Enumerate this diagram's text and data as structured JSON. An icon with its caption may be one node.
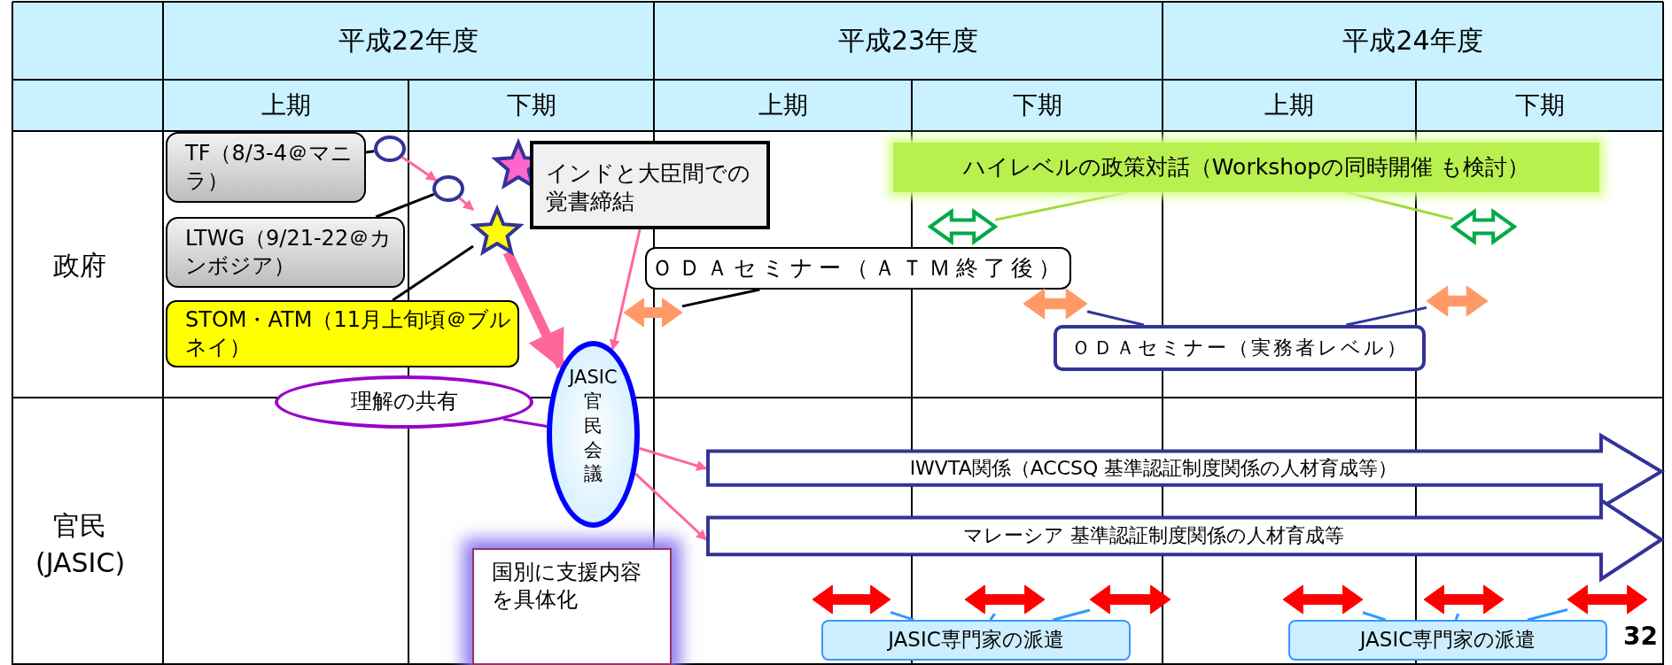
{
  "diagram": {
    "nodes": [
      {
        "text": [
          "TF（8/3-4＠マニラ）"
        ]
      },
      {
        "text": [],
        "shape": "circle"
      },
      {
        "text": [],
        "shape": "circle"
      },
      {
        "text": [
          "LTWG（9/21-22＠カンボジア）"
        ]
      },
      {
        "text": [],
        "shape": "star"
      },
      {
        "text": [],
        "shape": "star"
      },
      {
        "text": [
          "インドと大臣間での覚書締結"
        ]
      },
      {
        "text": [
          "STOM・ATM（11月上旬頃＠ブルネイ）"
        ]
      },
      {
        "text": [
          "理解の共有"
        ]
      },
      {
        "text": [
          "JASIC官民会議"
        ]
      },
      {
        "text": [
          "国別に支援内容を具体化"
        ]
      },
      {
        "text": [
          "ＯＤＡセミナー（ＡＴＭ終了後）"
        ]
      },
      {
        "text": [],
        "shape": "arrow"
      },
      {
        "text": [
          "ハイレベルの政策対話（Workshopの同時開催 も検討）"
        ]
      },
      {
        "text": [],
        "shape": "arrow"
      },
      {
        "text": [],
        "shape": "arrow"
      },
      {
        "text": [],
        "shape": "arrow"
      },
      {
        "text": [],
        "shape": "arrow"
      },
      {
        "text": [
          "ＯＤＡセミナー（実務者レベル）"
        ]
      },
      {
        "text": [
          "IWVTA関係（ACCSQ 基準認証制度関係の人材育成等）"
        ]
      },
      {
        "text": [
          "マレーシア 基準認証制度関係の人材育成等"
        ]
      },
      {
        "text": [],
        "shape": "arrow"
      },
      {
        "text": [],
        "shape": "arrow"
      },
      {
        "text": [],
        "shape": "arrow"
      },
      {
        "text": [],
        "shape": "arrow"
      },
      {
        "text": [],
        "shape": "arrow"
      },
      {
        "text": [],
        "shape": "arrow"
      },
      {
        "text": [
          "JASIC専門家の派遣"
        ]
      },
      {
        "text": [
          "JASIC専門家の派遣"
        ]
      }
    ],
    "edges": [
      {
        "from": 0,
        "to": 1,
        "arrow": "none",
        "color": "#000000"
      },
      {
        "from": 1,
        "to": 2,
        "arrow": "to",
        "color": "#ff6699"
      },
      {
        "from": 3,
        "to": 2,
        "arrow": "none",
        "color": "#000000"
      },
      {
        "from": 2,
        "to": 5,
        "arrow": "to",
        "color": "#ff6699"
      },
      {
        "from": 7,
        "to": 5,
        "arrow": "none",
        "color": "#000000"
      },
      {
        "from": 5,
        "to": 9,
        "arrow": "to",
        "style": "thick",
        "color": "#ff6699"
      },
      {
        "from": 6,
        "to": 9,
        "arrow": "to",
        "color": "#ff6699"
      },
      {
        "from": 8,
        "to": 9,
        "arrow": "none",
        "color": "#9900cc"
      },
      {
        "from": 11,
        "to": 12,
        "arrow": "none",
        "color": "#000000"
      },
      {
        "from": 13,
        "to": 14,
        "arrow": "none",
        "color": "#99dd33"
      },
      {
        "from": 13,
        "to": 15,
        "arrow": "none",
        "color": "#99dd33"
      },
      {
        "from": 18,
        "to": 16,
        "arrow": "none",
        "color": "#333399"
      },
      {
        "from": 18,
        "to": 17,
        "arrow": "none",
        "color": "#333399"
      },
      {
        "from": 9,
        "to": 19,
        "arrow": "to",
        "color": "#ff6699"
      },
      {
        "from": 9,
        "to": 20,
        "arrow": "to",
        "color": "#ff6699"
      },
      {
        "from": 27,
        "to": 21,
        "arrow": "none",
        "color": "#3399ff"
      },
      {
        "from": 27,
        "to": 22,
        "arrow": "none",
        "color": "#3399ff"
      },
      {
        "from": 27,
        "to": 23,
        "arrow": "none",
        "color": "#3399ff"
      },
      {
        "from": 28,
        "to": 24,
        "arrow": "none",
        "color": "#3399ff"
      },
      {
        "from": 28,
        "to": 25,
        "arrow": "none",
        "color": "#3399ff"
      },
      {
        "from": 28,
        "to": 26,
        "arrow": "none",
        "color": "#3399ff"
      }
    ],
    "labels": [
      "平成22年度",
      "平成23年度",
      "平成24年度",
      "上期",
      "下期",
      "上期",
      "下期",
      "上期",
      "下期",
      "政府",
      "官民 (JASIC)",
      "32"
    ]
  }
}
